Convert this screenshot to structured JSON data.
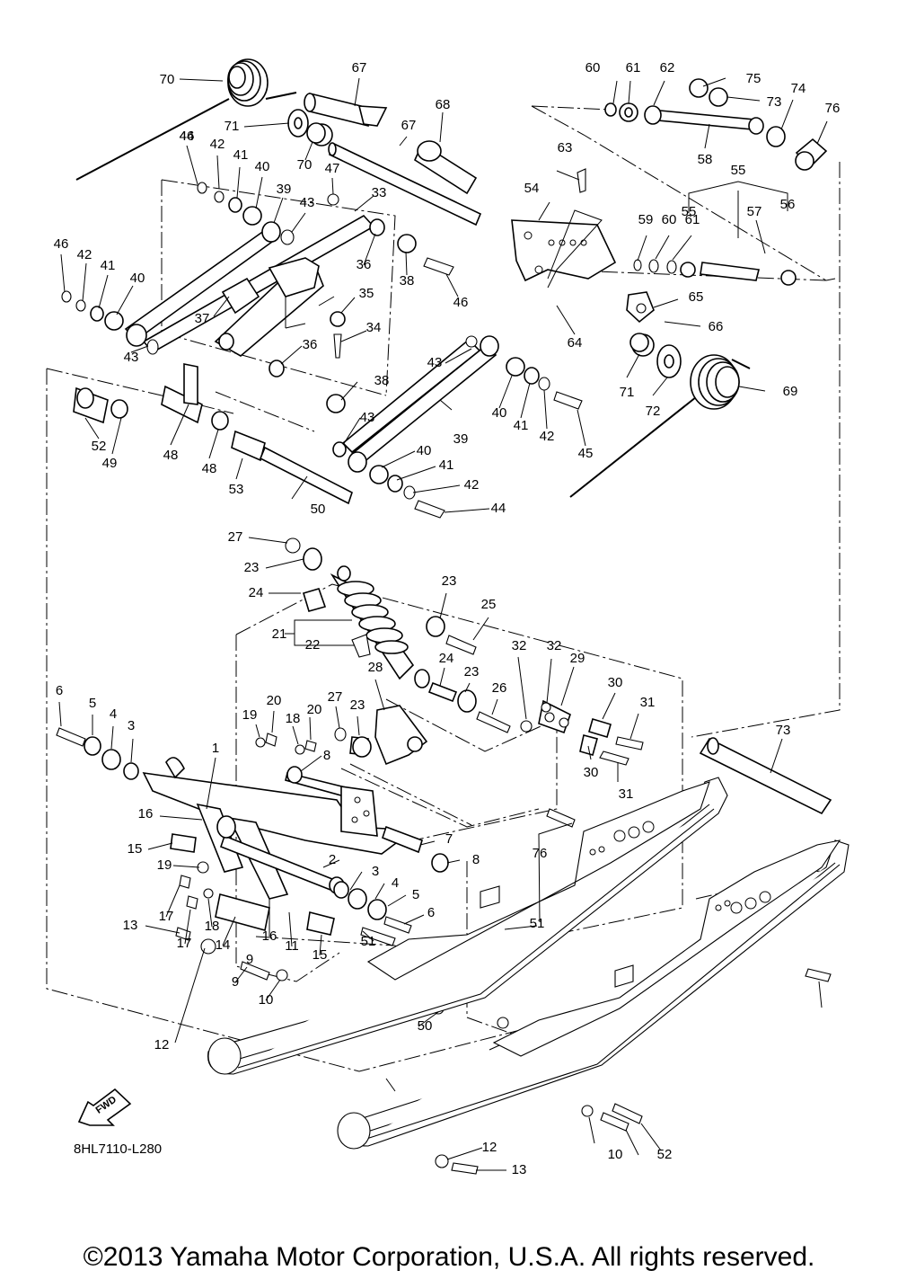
{
  "drawing_code": "8HL7110-L280",
  "copyright": "©2013 Yamaha Motor Corporation, U.S.A. All rights reserved.",
  "fwd_label": "FWD",
  "callouts": [
    "1",
    "2",
    "3",
    "3",
    "4",
    "4",
    "5",
    "5",
    "6",
    "6",
    "7",
    "8",
    "8",
    "9",
    "9",
    "10",
    "10",
    "11",
    "12",
    "12",
    "13",
    "13",
    "14",
    "15",
    "15",
    "16",
    "16",
    "17",
    "17",
    "18",
    "18",
    "19",
    "19",
    "20",
    "20",
    "21",
    "22",
    "23",
    "23",
    "23",
    "23",
    "24",
    "24",
    "25",
    "26",
    "27",
    "27",
    "28",
    "29",
    "30",
    "30",
    "31",
    "31",
    "32",
    "32",
    "33",
    "34",
    "35",
    "36",
    "36",
    "37",
    "38",
    "38",
    "39",
    "39",
    "40",
    "40",
    "40",
    "40",
    "41",
    "41",
    "41",
    "41",
    "42",
    "42",
    "42",
    "42",
    "43",
    "43",
    "43",
    "43",
    "44",
    "44",
    "45",
    "46",
    "46",
    "46",
    "47",
    "48",
    "48",
    "49",
    "50",
    "50",
    "51",
    "51",
    "52",
    "52",
    "53",
    "54",
    "55",
    "55",
    "56",
    "57",
    "58",
    "59",
    "60",
    "60",
    "61",
    "61",
    "62",
    "63",
    "64",
    "65",
    "66",
    "67",
    "67",
    "68",
    "69",
    "70",
    "70",
    "71",
    "71",
    "72",
    "73",
    "73",
    "74",
    "75",
    "76",
    "76"
  ]
}
